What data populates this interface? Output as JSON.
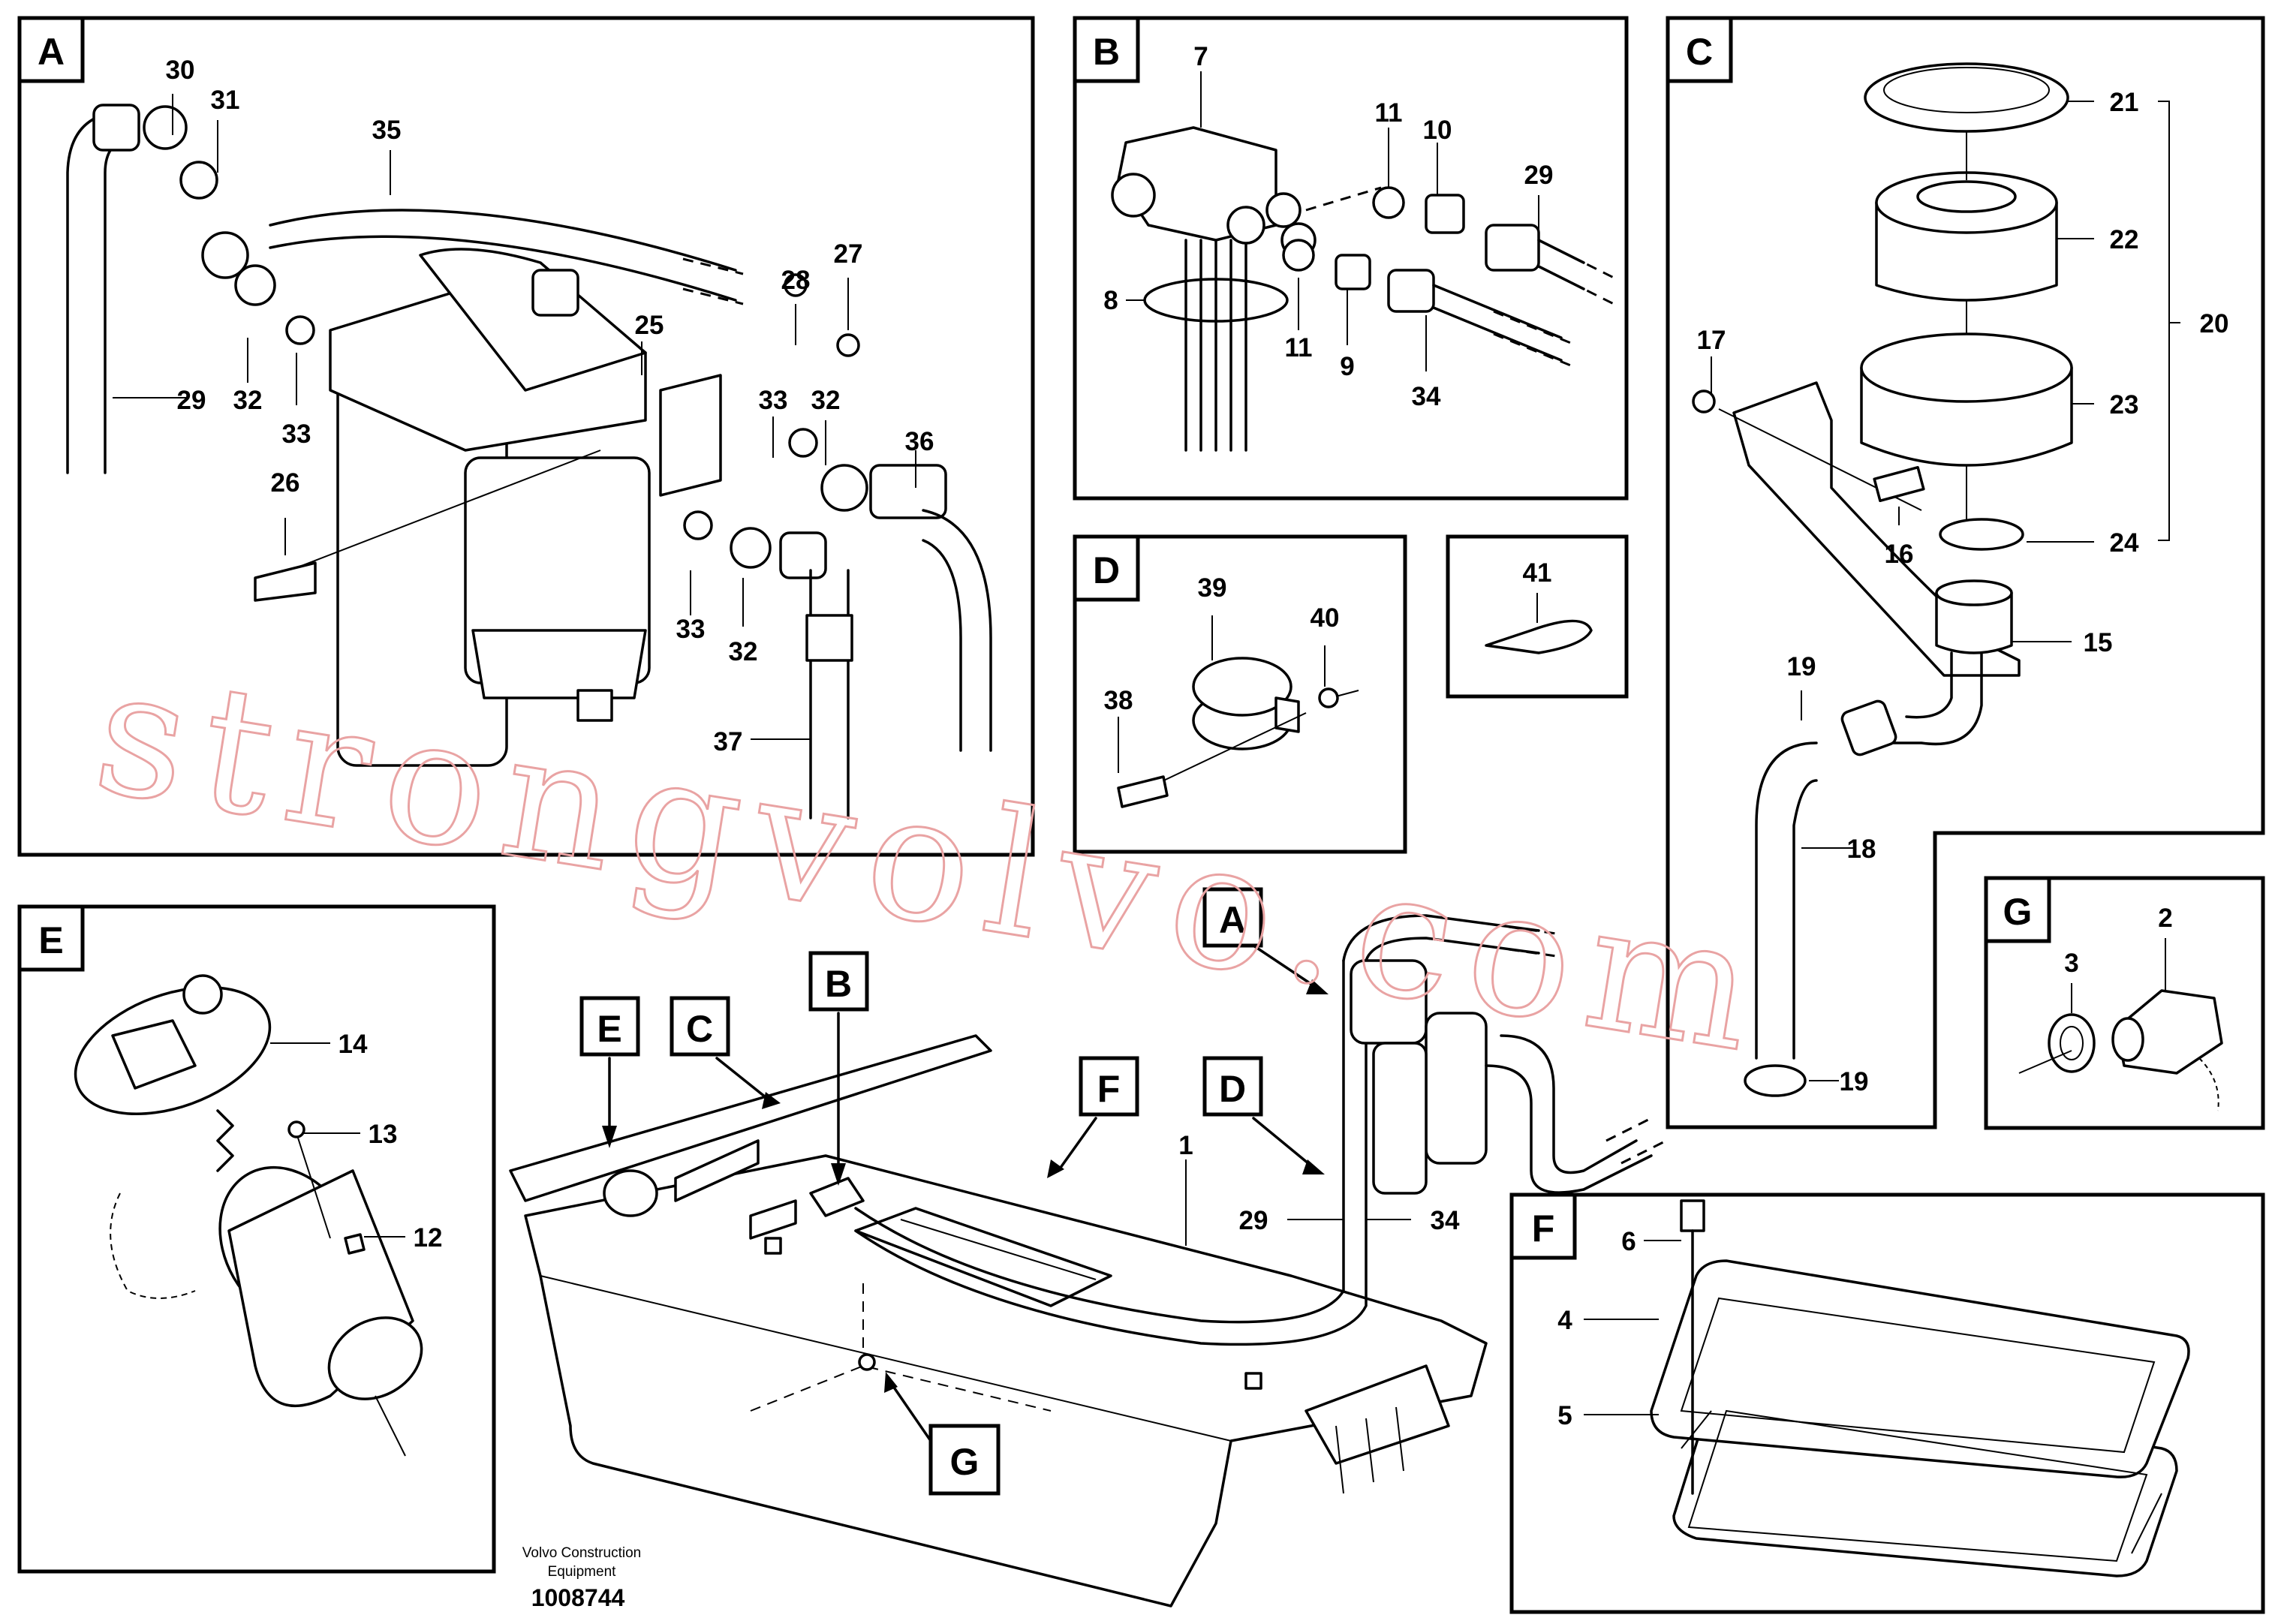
{
  "panels": {
    "A": {
      "letter": "A",
      "labels": [
        "30",
        "31",
        "35",
        "28",
        "27",
        "25",
        "29",
        "32",
        "33",
        "33",
        "32",
        "36",
        "26",
        "33",
        "32",
        "37"
      ]
    },
    "B": {
      "letter": "B",
      "labels": [
        "7",
        "11",
        "10",
        "29",
        "8",
        "11",
        "9",
        "34"
      ]
    },
    "C": {
      "letter": "C",
      "labels": [
        "21",
        "22",
        "20",
        "17",
        "23",
        "16",
        "24",
        "15",
        "19",
        "18",
        "19"
      ]
    },
    "D": {
      "letter": "D",
      "labels": [
        "39",
        "40",
        "38"
      ]
    },
    "E": {
      "letter": "E",
      "labels": [
        "14",
        "13",
        "12"
      ]
    },
    "F": {
      "letter": "F",
      "labels": [
        "6",
        "4",
        "5"
      ]
    },
    "G": {
      "letter": "G",
      "labels": [
        "2",
        "3"
      ]
    },
    "Clip": {
      "labels": [
        "41"
      ]
    }
  },
  "overview": {
    "callouts": [
      "E",
      "C",
      "B",
      "A",
      "F",
      "D",
      "G"
    ],
    "labels": [
      "1",
      "29",
      "34"
    ]
  },
  "footer": {
    "publisher_line1": "Volvo Construction",
    "publisher_line2": "Equipment",
    "doc_number": "1008744"
  },
  "watermark": {
    "text": "strongvolvo.com",
    "color": "#e9a3a3"
  }
}
